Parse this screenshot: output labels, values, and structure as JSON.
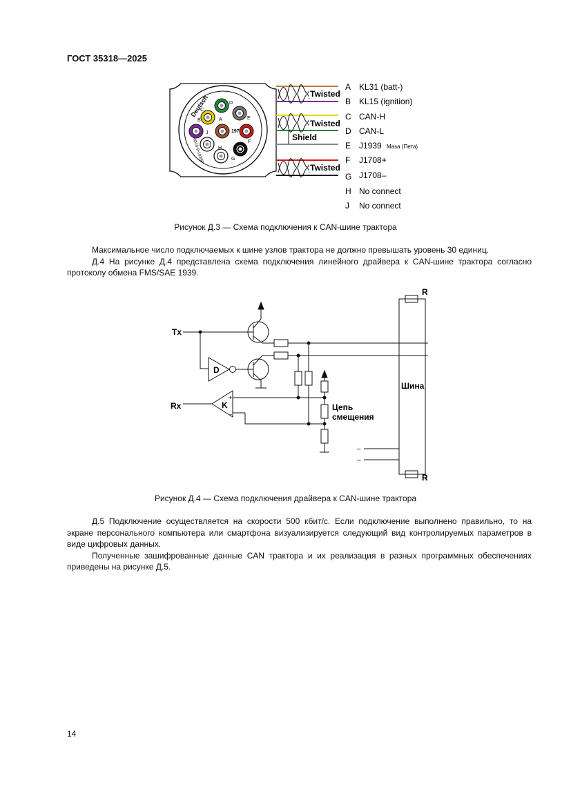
{
  "header": "ГОСТ 35318—2025",
  "figure3": {
    "connector": {
      "brand": "Deutsch",
      "pin_letters": [
        "A",
        "B",
        "C",
        "D",
        "E",
        "F",
        "G",
        "H",
        "J"
      ],
      "code": "197",
      "side_text": "HD10-9-1939P",
      "colors": {
        "A": "#e8c800",
        "B": "#7a2a9e",
        "D": "#1f8a3c",
        "E": "#777777",
        "F": "#d01818",
        "G": "#111111",
        "H": "#ffffff",
        "J": "#ffffff",
        "center": "#a0522d"
      }
    },
    "twisted_label": "Twisted",
    "shield_label": "Shield",
    "wire_colors": [
      "#c07a3a",
      "#7a2a9e",
      "#e8d800",
      "#1f8a3c",
      "#888888",
      "#d01818",
      "#111111"
    ],
    "pins": [
      {
        "letter": "A",
        "name": "KL31 (batt-)"
      },
      {
        "letter": "B",
        "name": "KL15 (ignition)"
      },
      {
        "letter": "C",
        "name": "CAN-H"
      },
      {
        "letter": "D",
        "name": "CAN-L"
      },
      {
        "letter": "E",
        "name": "J1939",
        "suffix": "Masa (Пета)"
      },
      {
        "letter": "F",
        "name": "J1708+"
      },
      {
        "letter": "G",
        "name": "J1708–"
      },
      {
        "letter": "H",
        "name": "No connect"
      },
      {
        "letter": "J",
        "name": "No connect"
      }
    ],
    "caption": "Рисунок Д.3 — Схема подключения к CAN-шине трактора"
  },
  "para1": [
    "Максимальное число подключаемых к шине узлов трактора не должно превышать уровень 30 единиц.",
    "Д.4 На рисунке Д.4 представлена схема подключения линейного драйвера к CAN-шине трактора согласно протоколу обмена FMS/SAE 1939."
  ],
  "figure4": {
    "tx": "Tx",
    "rx": "Rx",
    "driver": "D",
    "receiver": "K",
    "plus": "+",
    "minus": "–",
    "resistor": "R",
    "bus": "Шина",
    "bias": "Цепь смещения",
    "caption": "Рисунок Д.4 — Схема подключения драйвера к CAN-шине трактора"
  },
  "para2": [
    "Д.5 Подключение осуществляется на скорости 500 кбит/с. Если подключение выполнено правильно, то на экране персонального компьютера или смартфона визуализируется следующий вид контролируемых параметров в виде цифровых данных.",
    "Полученные зашифрованные данные CAN трактора и их реализация в разных программных обеспечениях приведены на рисунке Д.5."
  ],
  "page_number": "14"
}
